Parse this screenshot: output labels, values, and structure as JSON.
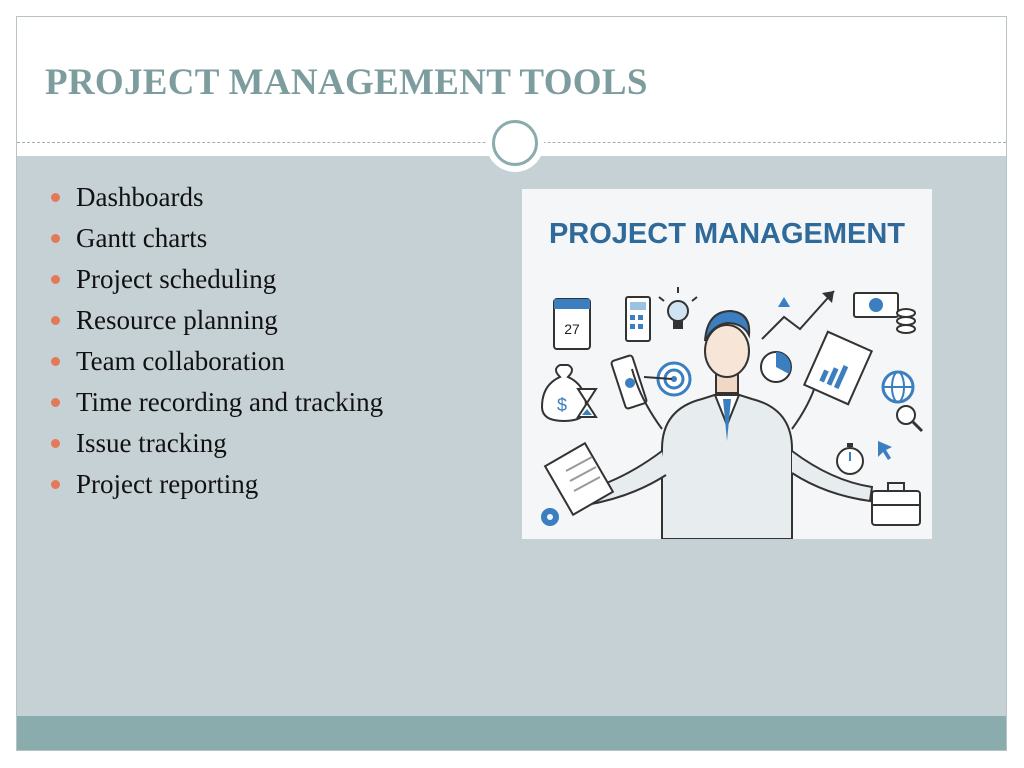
{
  "slide": {
    "title": "PROJECT MANAGEMENT TOOLS",
    "bullets": [
      "Dashboards",
      "Gantt charts",
      "Project scheduling",
      "Resource planning",
      "Team collaboration",
      "Time recording and tracking",
      "Issue tracking",
      "Project reporting"
    ]
  },
  "illustration": {
    "heading": "PROJECT MANAGEMENT",
    "calendar_day": "27",
    "icons": [
      "calendar-icon",
      "calculator-icon",
      "lightbulb-icon",
      "growth-arrow-icon",
      "money-stack-icon",
      "money-bag-icon",
      "hourglass-icon",
      "target-icon",
      "pie-chart-icon",
      "report-chart-icon",
      "globe-icon",
      "magnifier-icon",
      "stopwatch-icon",
      "cursor-icon",
      "briefcase-icon",
      "gear-icon",
      "document-icon",
      "businessman-icon"
    ]
  },
  "colors": {
    "title": "#7c9c9d",
    "body_background": "#c6d1d6",
    "footer": "#8aacad",
    "bullet": "#e27a59",
    "illustration_heading": "#2f6a9a",
    "illustration_blue": "#3b7fc0"
  }
}
